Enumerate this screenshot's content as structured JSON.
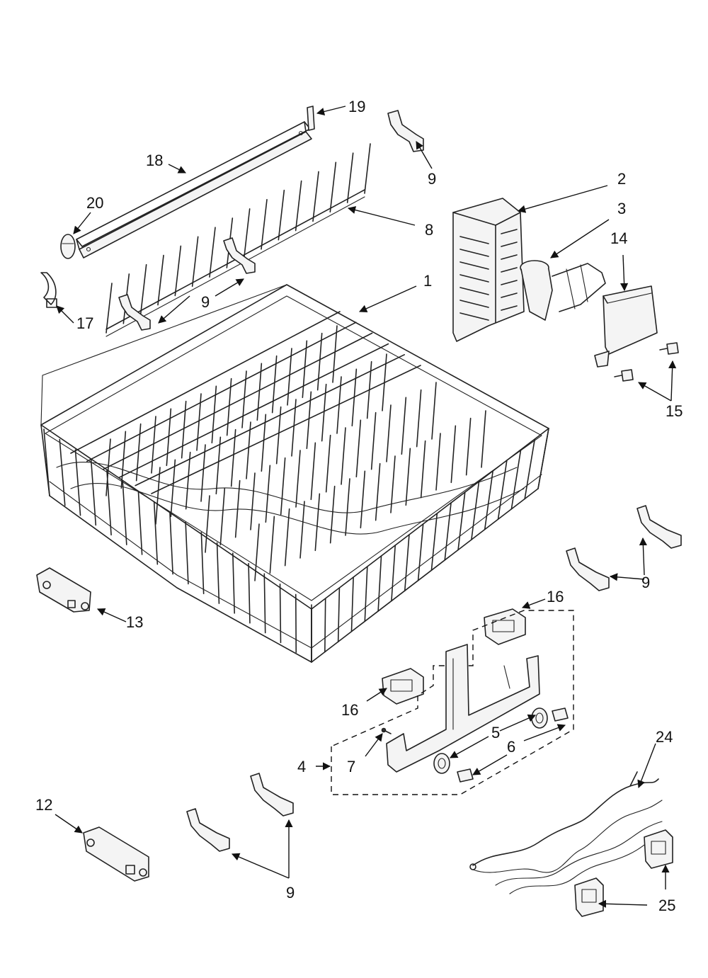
{
  "callouts": [
    {
      "id": "c1",
      "text": "1"
    },
    {
      "id": "c2",
      "text": "2"
    },
    {
      "id": "c3",
      "text": "3"
    },
    {
      "id": "c4",
      "text": "4"
    },
    {
      "id": "c5",
      "text": "5"
    },
    {
      "id": "c6",
      "text": "6"
    },
    {
      "id": "c7",
      "text": "7"
    },
    {
      "id": "c8",
      "text": "8"
    },
    {
      "id": "c9a",
      "text": "9"
    },
    {
      "id": "c9b",
      "text": "9"
    },
    {
      "id": "c9c",
      "text": "9"
    },
    {
      "id": "c9d",
      "text": "9"
    },
    {
      "id": "c12",
      "text": "12"
    },
    {
      "id": "c13",
      "text": "13"
    },
    {
      "id": "c14",
      "text": "14"
    },
    {
      "id": "c15",
      "text": "15"
    },
    {
      "id": "c16a",
      "text": "16"
    },
    {
      "id": "c16b",
      "text": "16"
    },
    {
      "id": "c17",
      "text": "17"
    },
    {
      "id": "c18",
      "text": "18"
    },
    {
      "id": "c19",
      "text": "19"
    },
    {
      "id": "c20",
      "text": "20"
    },
    {
      "id": "c24",
      "text": "24"
    },
    {
      "id": "c25",
      "text": "25"
    }
  ]
}
